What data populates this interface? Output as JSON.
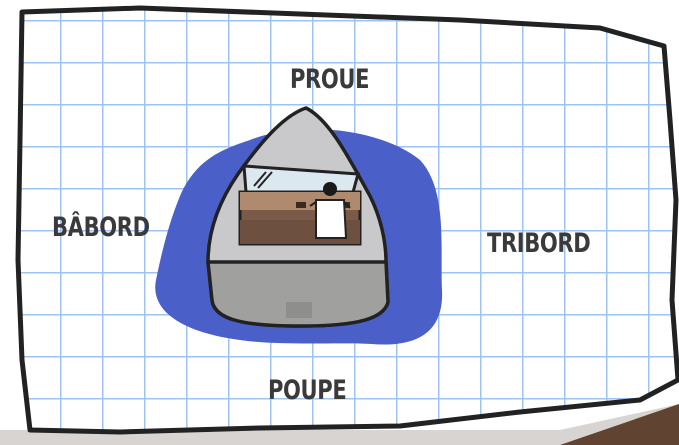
{
  "labels": {
    "bow": "PROUE",
    "port": "BÂBORD",
    "starboard": "TRIBORD",
    "stern": "POUPE"
  },
  "colors": {
    "paper": "#ffffff",
    "grid": "#9ec3f0",
    "water": "#4a5fc8",
    "hull_light": "#c9c9cc",
    "hull_dark": "#a0a09f",
    "cabin_brown": "#7a5a48",
    "cabin_tan": "#b08a6e",
    "window": "#dce8f0",
    "table_edge": "#6b4a36"
  },
  "icons": [
    "boat-top-view-icon",
    "person-icon"
  ]
}
